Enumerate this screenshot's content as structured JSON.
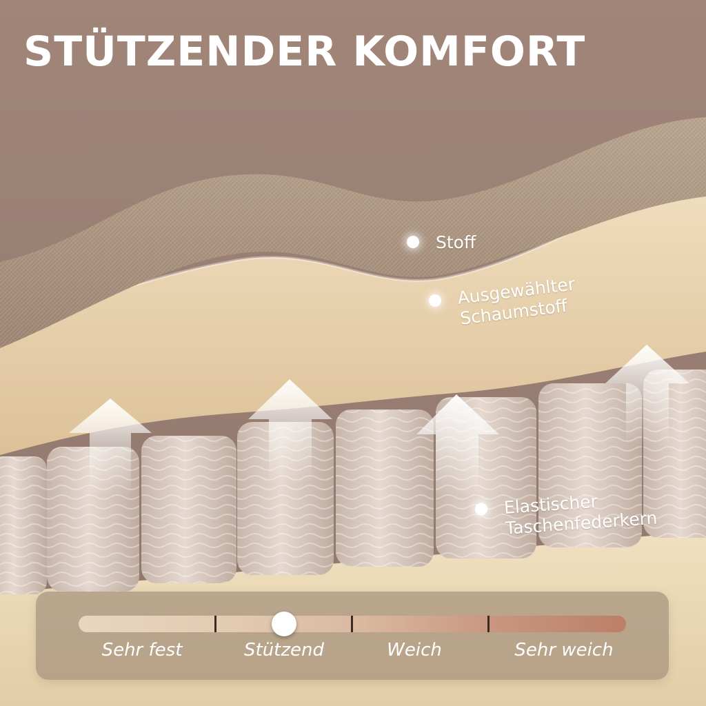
{
  "title": "STÜTZENDER KOMFORT",
  "layers": [
    {
      "lines": [
        "Stoff"
      ]
    },
    {
      "lines": [
        "Ausgewählter",
        "Schaumstoff"
      ]
    },
    {
      "lines": [
        "Elastischer",
        "Taschenfederkern"
      ]
    }
  ],
  "firmness_scale": {
    "labels": [
      "Sehr fest",
      "Stützend",
      "Weich",
      "Sehr weich"
    ],
    "selected": "Stützend"
  },
  "colors": {
    "background": "#9a7f74",
    "fabric": "#a9947f",
    "foam": "#e9d4b1",
    "springs": "#d8c8bd",
    "text": "#ffffff"
  }
}
